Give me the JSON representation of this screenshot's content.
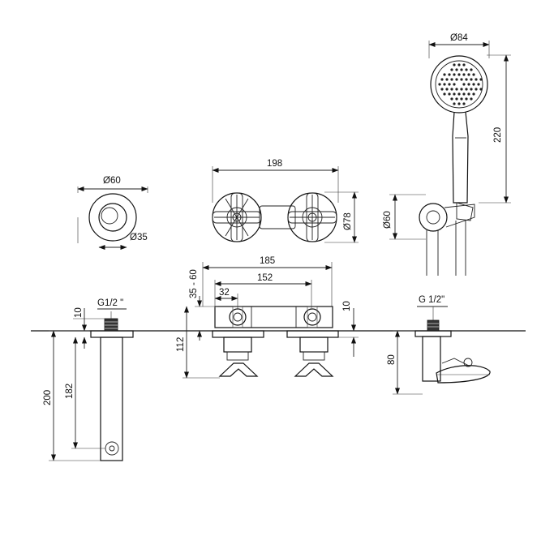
{
  "dimensions": {
    "top_rosette_dia": "Ø60",
    "top_rosette_inner": "Ø35",
    "valves_width": "198",
    "valve_rosette_dia": "Ø78",
    "hand_shower_dia": "Ø84",
    "hand_shower_height": "220",
    "hose_holder_dia": "Ø60",
    "spout_thread": "G1/2 \"",
    "spout_rosette_thk": "10",
    "spout_total": "200",
    "spout_depth": "182",
    "valves_span": "185",
    "valves_center": "152",
    "valves_adjust": "35 - 60",
    "valve_offset": "32",
    "valve_rosette_thk": "10",
    "valves_height": "112",
    "shower_thread": "G 1/2\"",
    "shower_height": "80"
  }
}
